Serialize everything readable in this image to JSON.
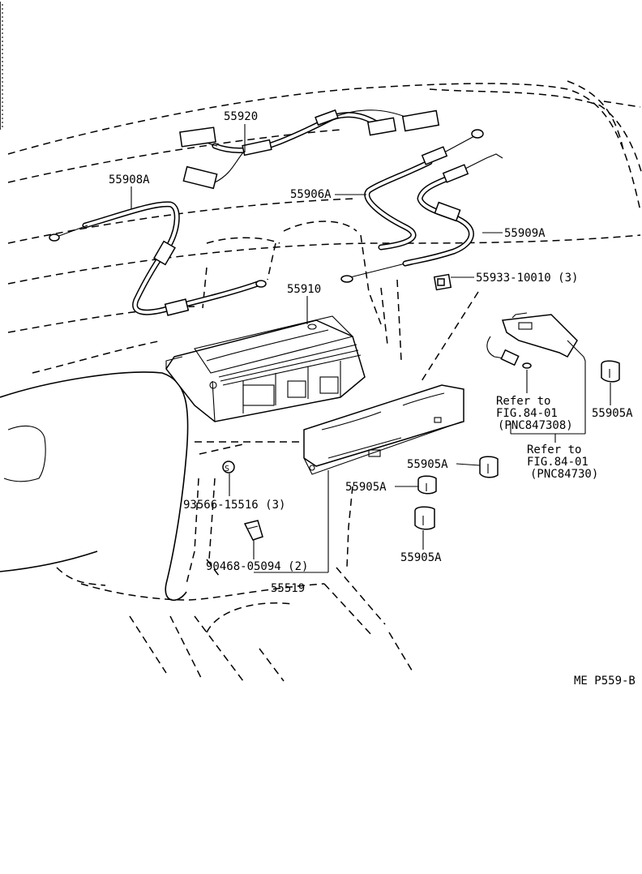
{
  "diagram": {
    "code": "ME P559-B",
    "labels": {
      "harness": "55920",
      "cable_left": "55908A",
      "cable_center": "55906A",
      "cable_right": "55909A",
      "control_unit": "55910",
      "clip_nut": "55933-10010 (3)",
      "panel": "55519",
      "screw": "93566-15516 (3)",
      "clip": "90468-05094 (2)",
      "knob_a": "55905A",
      "knob_b": "55905A",
      "knob_c": "55905A",
      "knob_d": "55905A",
      "refer_1_line1": "Refer to",
      "refer_1_line2": "FIG.84-01",
      "refer_1_line3": "(PNC847308)",
      "refer_2_line1": "Refer to",
      "refer_2_line2": "FIG.84-01",
      "refer_2_line3": "(PNC84730)"
    }
  }
}
